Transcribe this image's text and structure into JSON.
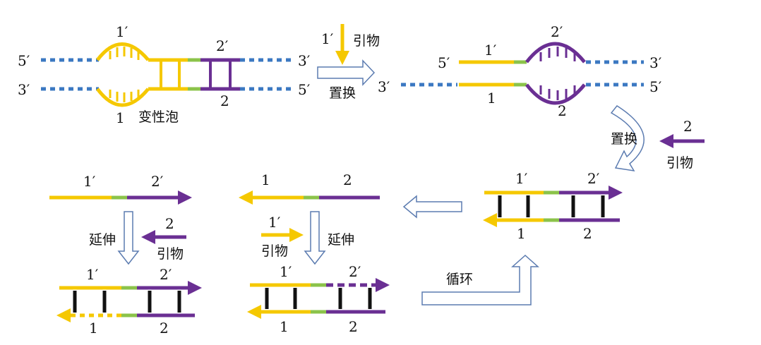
{
  "colors": {
    "strand1": "#f5c800",
    "strand2": "#6a2f93",
    "junction": "#8bc34a",
    "dna": "#3b78c2",
    "bond": "#111111",
    "outline_arrow": "#5b7bb0"
  },
  "labels": {
    "five": "5′",
    "three": "3′",
    "one": "1",
    "one_prime": "1′",
    "two": "2",
    "two_prime": "2′",
    "bubble": "变性泡",
    "primer": "引物",
    "displace": "置换",
    "extend": "延伸",
    "cycle": "循环"
  }
}
